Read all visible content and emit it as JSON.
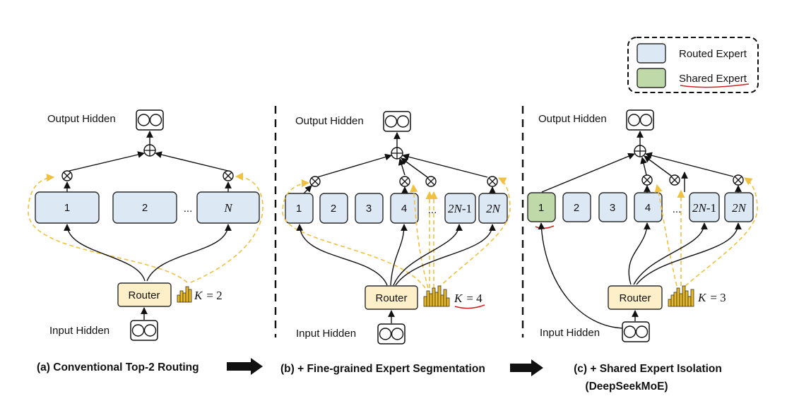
{
  "legend": {
    "routed_label": "Routed Expert",
    "shared_label": "Shared Expert"
  },
  "colors": {
    "routed_expert": "#dde8f5",
    "shared_expert": "#bfd9a8",
    "router": "#fdefc8",
    "routing_dash": "#f0c040",
    "annotation_underline": "#d42020"
  },
  "panel_a": {
    "output_label": "Output Hidden",
    "input_label": "Input Hidden",
    "router_label": "Router",
    "experts": [
      "1",
      "2",
      "N"
    ],
    "ellipsis": "...",
    "k_var": "K",
    "k_rest": "= 2",
    "caption": "(a) Conventional Top-2 Routing"
  },
  "panel_b": {
    "output_label": "Output Hidden",
    "input_label": "Input Hidden",
    "router_label": "Router",
    "experts": [
      "1",
      "2",
      "3",
      "4"
    ],
    "ellipsis": "...",
    "expert_2n1_var": "2N",
    "expert_2n1_rest": "-1",
    "expert_2n_var": "2N",
    "k_var": "K",
    "k_rest": "= 4",
    "caption": "(b) + Fine-grained Expert Segmentation"
  },
  "panel_c": {
    "output_label": "Output Hidden",
    "input_label": "Input Hidden",
    "router_label": "Router",
    "experts": [
      "1",
      "2",
      "3",
      "4"
    ],
    "ellipsis": "...",
    "expert_2n1_var": "2N",
    "expert_2n1_rest": "-1",
    "expert_2n_var": "2N",
    "k_var": "K",
    "k_rest": "= 3",
    "caption_line1": "(c) + Shared Expert Isolation",
    "caption_line2": "(DeepSeekMoE)"
  }
}
